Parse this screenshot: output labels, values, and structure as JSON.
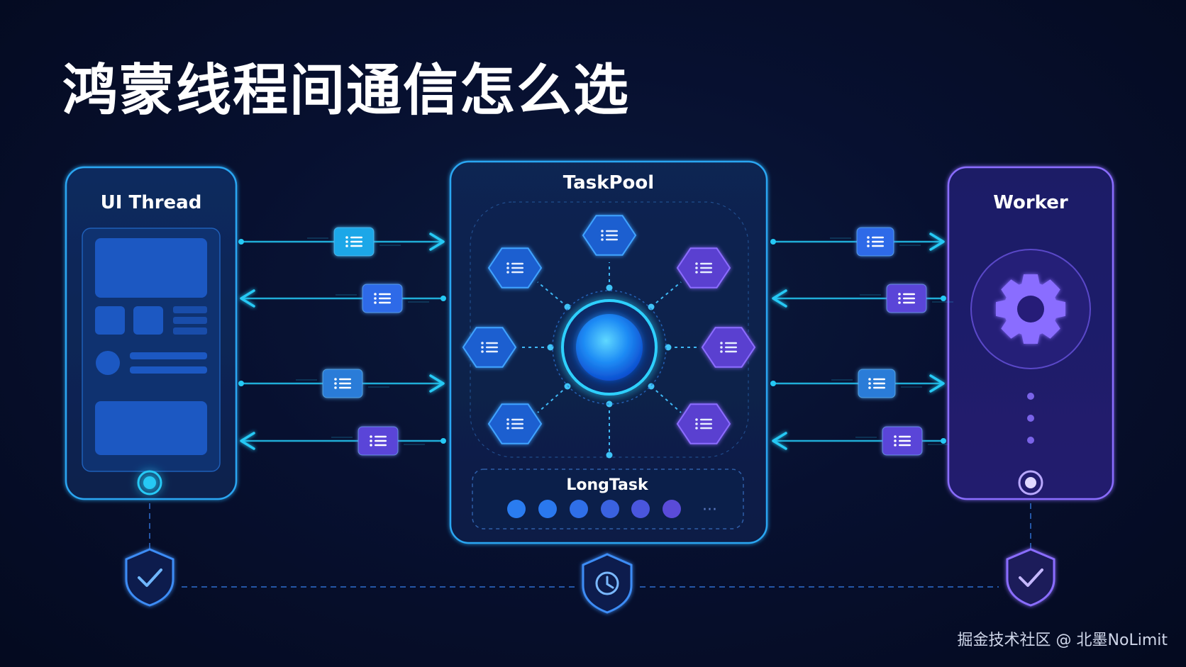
{
  "title": "鸿蒙线程间通信怎么选",
  "ui_thread": {
    "label": "UI Thread"
  },
  "taskpool": {
    "label": "TaskPool",
    "longtask_label": "LongTask",
    "more": "···"
  },
  "worker": {
    "label": "Worker"
  },
  "watermark": "掘金技术社区 @ 北墨NoLimit",
  "icons": {
    "message": "message-list-icon",
    "worker": "gear-icon",
    "ui_shield": "shield-check-icon",
    "taskpool_shield": "shield-clock-icon",
    "worker_shield": "shield-check-icon"
  },
  "colors": {
    "background": "#050b22",
    "cyan": "#25c9f5",
    "blue": "#2f7bf0",
    "violet": "#6a4fe0",
    "worker_border": "#8a6dff"
  }
}
